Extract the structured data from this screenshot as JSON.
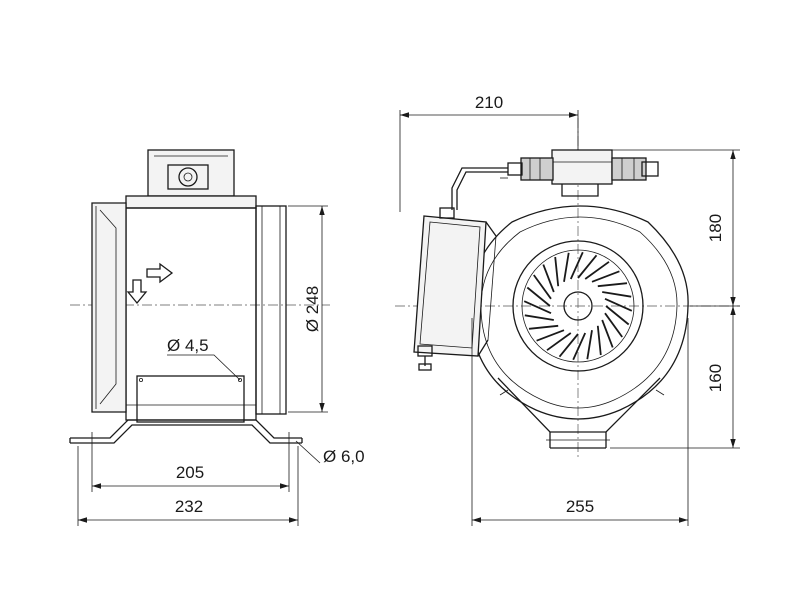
{
  "dimensions": {
    "side_height": "Ø 248",
    "mount_hole": "Ø 4,5",
    "foot_hole": "Ø 6,0",
    "foot_span": "205",
    "total_length": "232",
    "top_width": "210",
    "upper_height": "180",
    "lower_height": "160",
    "total_width": "255"
  },
  "colors": {
    "line": "#1a1a1a",
    "background": "#ffffff"
  },
  "icons": [
    "arrow-right-icon",
    "arrow-down-icon"
  ]
}
